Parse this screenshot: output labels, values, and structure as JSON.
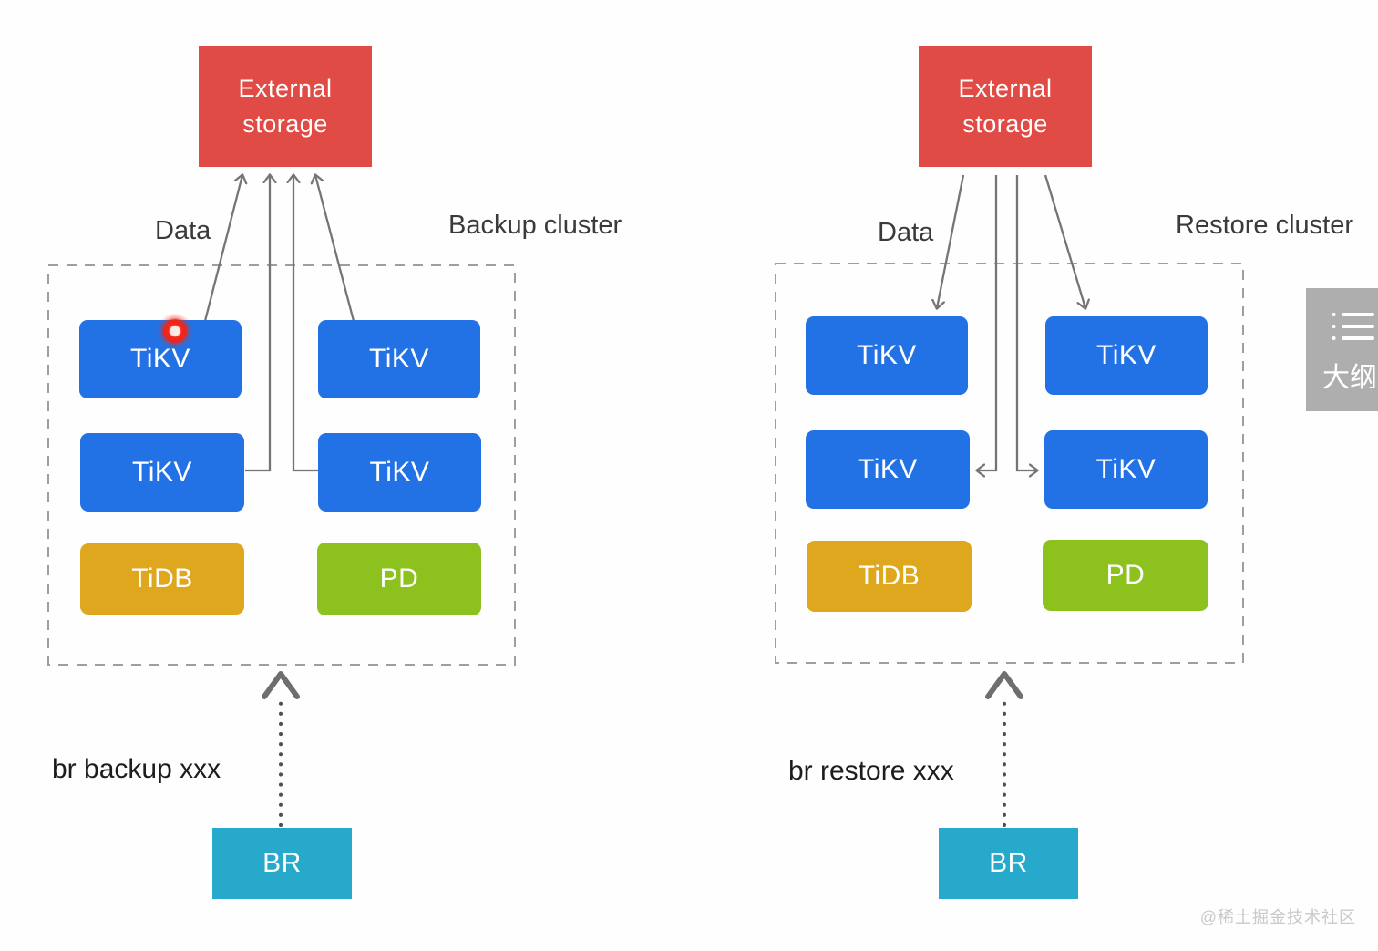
{
  "colors": {
    "storage-red": "#E14B45",
    "tikv-blue": "#2272E5",
    "tidb-yellow": "#DFA71E",
    "pd-green": "#8DC21E",
    "br-cyan": "#26A9CA",
    "arrow-gray": "#757575",
    "dash-gray": "#9E9E9E",
    "label-dark": "#3A3A3A",
    "panel-gray": "#AEAEAE",
    "watermark-gray": "#C9C9C8",
    "cursor-red": "#EE2417"
  },
  "clusters": [
    {
      "title": "Backup cluster",
      "data_label": "Data",
      "storage_label": "External storage",
      "tikv_labels": [
        "TiKV",
        "TiKV",
        "TiKV",
        "TiKV"
      ],
      "tidb_label": "TiDB",
      "pd_label": "PD",
      "br_label": "BR",
      "command_label": "br backup xxx"
    },
    {
      "title": "Restore cluster",
      "data_label": "Data",
      "storage_label": "External storage",
      "tikv_labels": [
        "TiKV",
        "TiKV",
        "TiKV",
        "TiKV"
      ],
      "tidb_label": "TiDB",
      "pd_label": "PD",
      "br_label": "BR",
      "command_label": "br restore xxx"
    }
  ],
  "outline_panel": {
    "label": "大纲",
    "icon": "list-icon"
  },
  "watermark": "@稀土掘金技术社区"
}
